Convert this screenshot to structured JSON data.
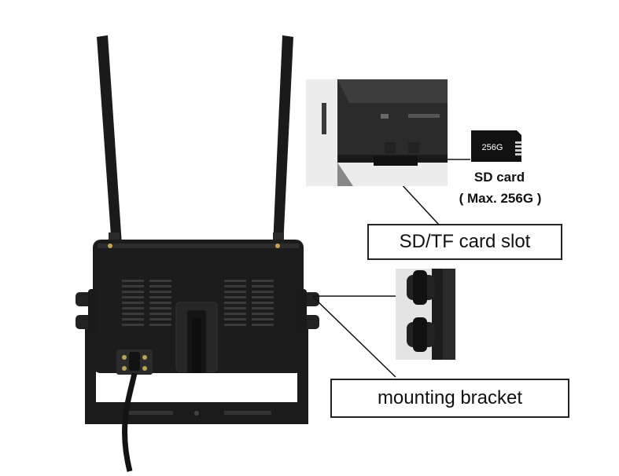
{
  "callouts": {
    "slot_label": "SD/TF card slot",
    "bracket_label": "mounting bracket"
  },
  "sd_card": {
    "chip_text": "256G",
    "title": "SD card",
    "capacity": "( Max. 256G )"
  },
  "colors": {
    "device_body": "#1c1c1c",
    "label_border": "#222222",
    "background": "#ffffff"
  }
}
